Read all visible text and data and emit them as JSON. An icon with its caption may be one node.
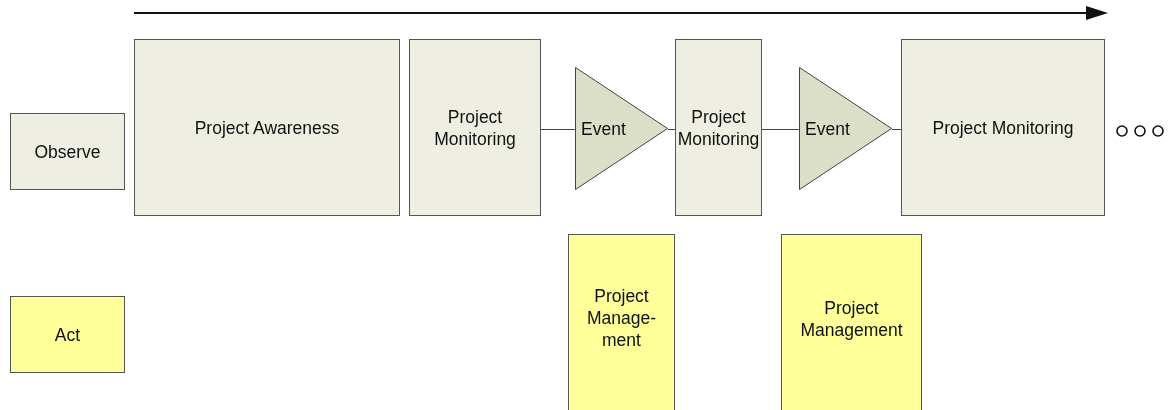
{
  "diagram": {
    "nodes": [
      {
        "text": [
          "Observe"
        ]
      },
      {
        "text": [
          "Act"
        ]
      },
      {
        "text": [
          "Project Awareness"
        ]
      },
      {
        "text": [
          "Project Monitoring"
        ]
      },
      {
        "text": [
          "Event"
        ]
      },
      {
        "text": [
          "Project Monitoring"
        ]
      },
      {
        "text": [
          "Event"
        ]
      },
      {
        "text": [
          "Project Monitoring"
        ]
      },
      {
        "text": [
          "Project Manage-ment"
        ]
      },
      {
        "text": [
          "Project Management"
        ]
      }
    ],
    "edges": [
      {
        "from": 3,
        "to": 4,
        "arrow": "none"
      },
      {
        "from": 4,
        "to": 5,
        "arrow": "none"
      },
      {
        "from": 5,
        "to": 6,
        "arrow": "none"
      },
      {
        "from": 6,
        "to": 7,
        "arrow": "none"
      }
    ]
  }
}
